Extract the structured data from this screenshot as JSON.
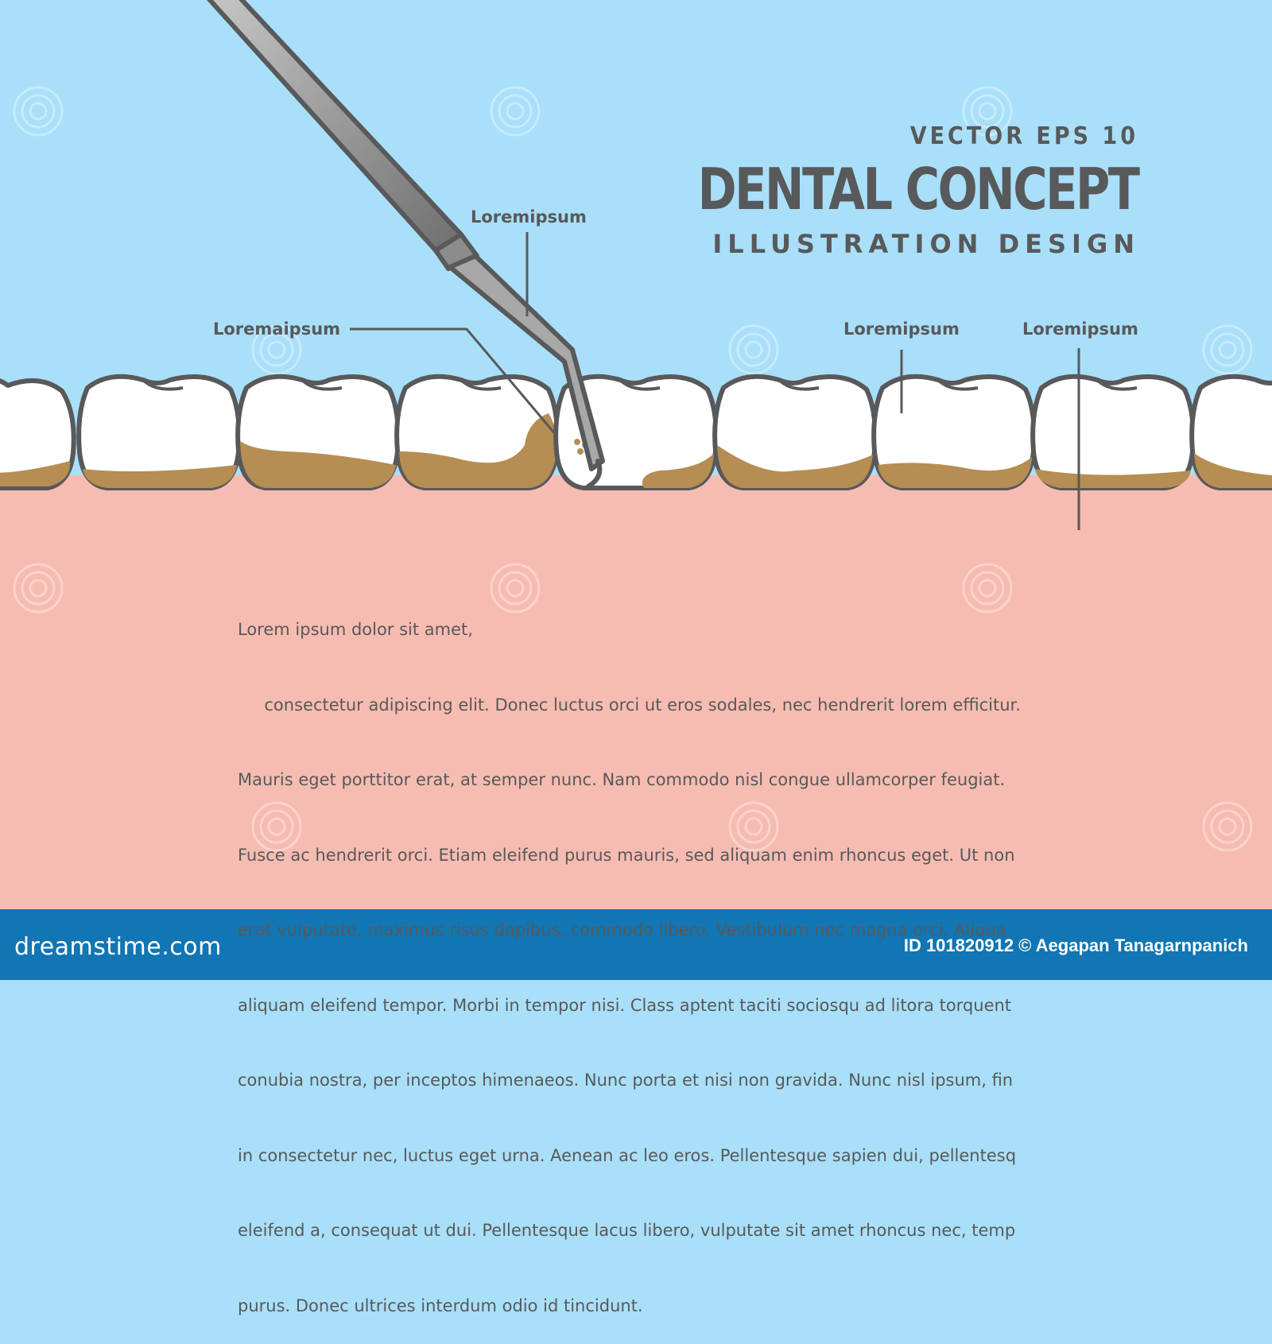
{
  "header": {
    "line1": "VECTOR EPS 10",
    "line2": "DENTAL CONCEPT",
    "line3": "ILLUSTRATION DESIGN"
  },
  "callouts": {
    "top": "Loremipsum",
    "left": "Loremaipsum",
    "right1": "Loremipsum",
    "right2": "Loremipsum"
  },
  "body": {
    "lines": [
      "Lorem ipsum dolor sit amet,",
      "     consectetur adipiscing elit. Donec luctus orci ut eros sodales, nec hendrerit lorem efficitur.",
      "Mauris eget porttitor erat, at semper nunc. Nam commodo nisl congue ullamcorper feugiat.",
      "Fusce ac hendrerit orci. Etiam eleifend purus mauris, sed aliquam enim rhoncus eget. Ut non",
      "erat vulputate, maximus risus dapibus, commodo libero. Vestibulum nec magna orci. Aliqua",
      "aliquam eleifend tempor. Morbi in tempor nisi. Class aptent taciti sociosqu ad litora torquent",
      "conubia nostra, per inceptos himenaeos. Nunc porta et nisi non gravida. Nunc nisl ipsum, fin",
      "in consectetur nec, luctus eget urna. Aenean ac leo eros. Pellentesque sapien dui, pellentesq",
      "eleifend a, consequat ut dui. Pellentesque lacus libero, vulputate sit amet rhoncus nec, temp",
      "purus. Donec ultrices interdum odio id tincidunt."
    ]
  },
  "footer": {
    "logo": "dreamstime.com",
    "credit": "ID 101820912 © Aegapan Tanagarnpanich"
  },
  "colors": {
    "sky": "#a9dff8",
    "gum": "#f7bcb1",
    "tooth": "#ffffff",
    "outline": "#58595b",
    "plaque": "#b68d52",
    "instrument": "#9a9a9a",
    "footer": "#1176b3"
  }
}
